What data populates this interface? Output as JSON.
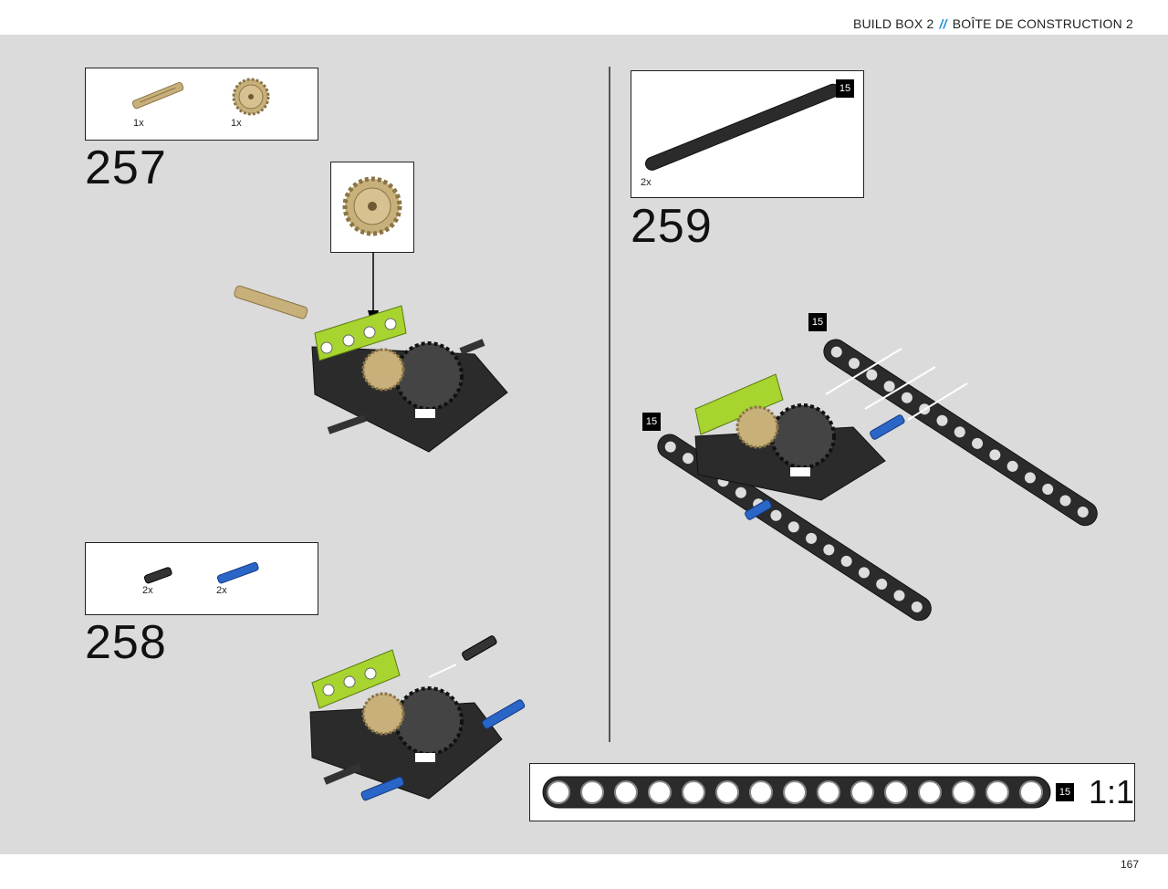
{
  "header": {
    "left": "BUILD BOX 2",
    "separator": "//",
    "right": "BOÎTE DE CONSTRUCTION 2"
  },
  "steps": {
    "s257": {
      "number": "257",
      "parts": [
        {
          "name": "tan-axle-pin",
          "qty": "1x"
        },
        {
          "name": "tan-gear",
          "qty": "1x"
        }
      ]
    },
    "s258": {
      "number": "258",
      "parts": [
        {
          "name": "black-pin",
          "qty": "2x"
        },
        {
          "name": "blue-pin",
          "qty": "2x"
        }
      ]
    },
    "s259": {
      "number": "259",
      "parts": [
        {
          "name": "black-beam-15",
          "qty": "2x",
          "badge": "15"
        }
      ],
      "callouts": [
        "15",
        "15"
      ]
    }
  },
  "scale_ref": {
    "badge": "15",
    "label": "1:1"
  },
  "footer": {
    "page": "167"
  },
  "colors": {
    "stage": "#dadbda",
    "accent": "#1d8fd6",
    "lime": "#a8d430",
    "tan": "#c8b07a",
    "blue": "#2a66c8"
  }
}
